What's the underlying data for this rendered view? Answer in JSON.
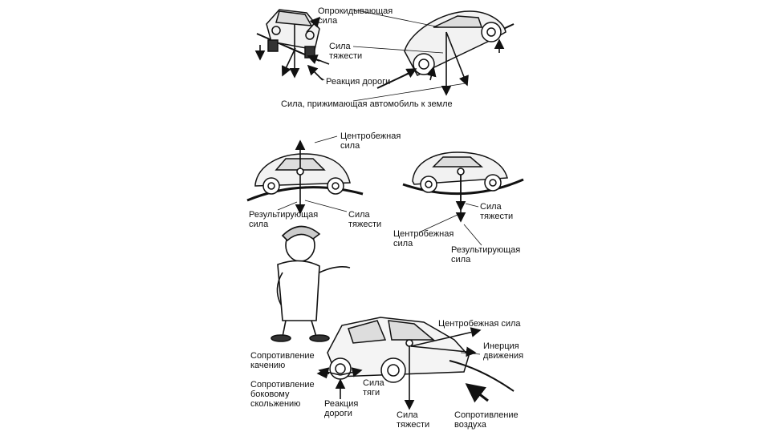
{
  "panel1": {
    "labels": {
      "overturning_force": "Опрокидывающая\nсила",
      "gravity": "Сила\nтяжести",
      "road_reaction": "Реакция дороги",
      "pressing_force": "Сила, прижимающая автомобиль к земле"
    }
  },
  "panel2": {
    "labels": {
      "centrifugal_top": "Центробежная\nсила",
      "resultant_left": "Результирующая\nсила",
      "gravity_left": "Сила\nтяжести",
      "gravity_right": "Сила\nтяжести",
      "centrifugal_bottom": "Центробежная\nсила",
      "resultant_right": "Результирующая\nсила"
    }
  },
  "panel3": {
    "labels": {
      "centrifugal_force": "Центробежная сила",
      "inertia": "Инерция\nдвижения",
      "rolling_resistance": "Сопротивление\nкачению",
      "side_slip_resistance": "Сопротивление\nбоковому\nскольжению",
      "traction": "Сила\nтяги",
      "road_reaction": "Реакция\nдороги",
      "gravity": "Сила\nтяжести",
      "air_resistance": "Сопротивление\nвоздуха"
    }
  },
  "colors": {
    "ink": "#111111",
    "background": "#ffffff"
  }
}
